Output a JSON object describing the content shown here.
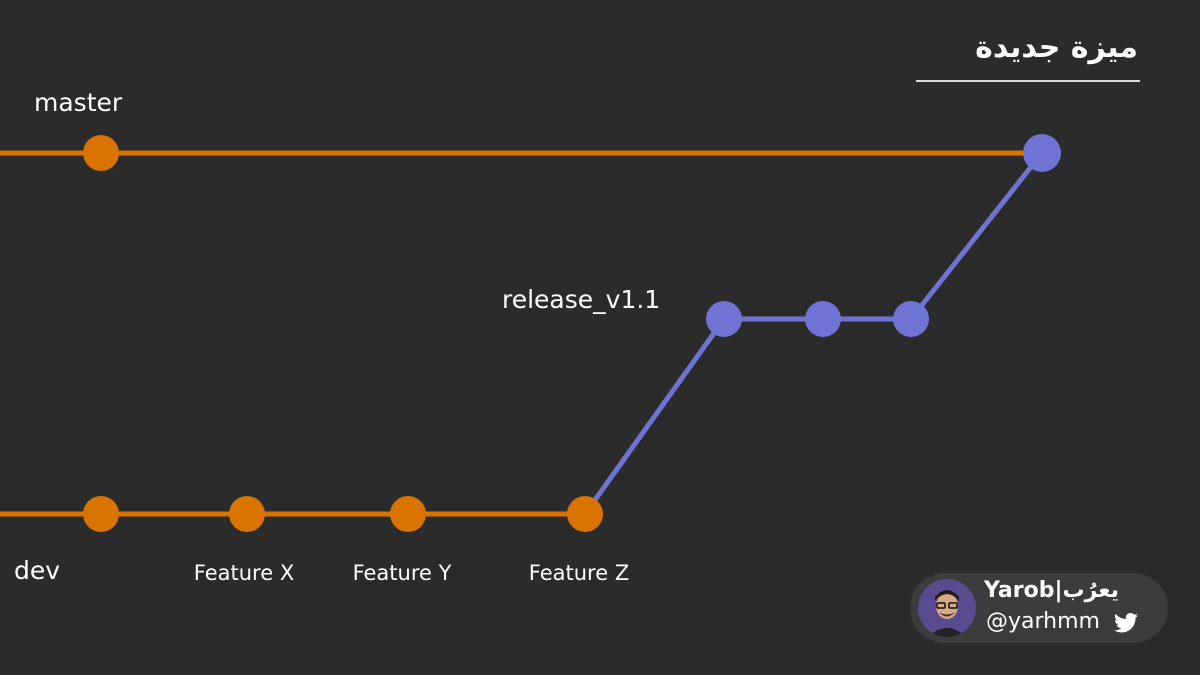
{
  "title": "ميزة جديدة",
  "colors": {
    "background": "#2b2b2b",
    "main_branch": "#d97400",
    "release_branch": "#6f74d4"
  },
  "branches": {
    "master": "master",
    "dev": "dev",
    "release": "release_v1.1"
  },
  "features": [
    "Feature X",
    "Feature Y",
    "Feature Z"
  ],
  "credit": {
    "name": "Yarob",
    "name_arabic": "يعرُب",
    "separator": "|",
    "handle": "@yarhmm",
    "icon": "twitter-icon",
    "avatar": "avatar"
  }
}
